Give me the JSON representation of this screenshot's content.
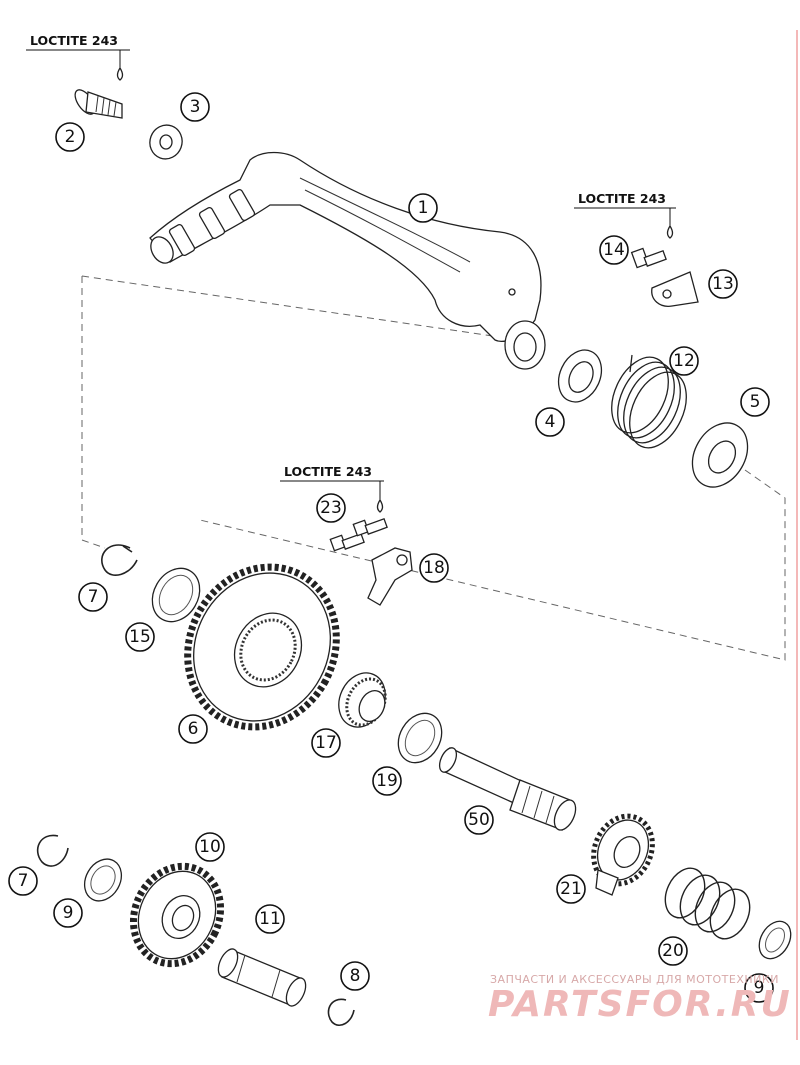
{
  "loctite_label": "LOCTITE 243",
  "callouts": {
    "c1": "1",
    "c2": "2",
    "c3": "3",
    "c4": "4",
    "c5": "5",
    "c6": "6",
    "c7a": "7",
    "c7b": "7",
    "c8": "8",
    "c9a": "9",
    "c9b": "9",
    "c10": "10",
    "c11": "11",
    "c12": "12",
    "c13": "13",
    "c14": "14",
    "c15": "15",
    "c17": "17",
    "c18": "18",
    "c19": "19",
    "c20": "20",
    "c21": "21",
    "c23": "23",
    "c50": "50"
  },
  "watermark": {
    "tagline": "ЗАПЧАСТИ И АКСЕССУАРЫ ДЛЯ МОТОТЕХНИКИ",
    "brand": "PARTSFOR.RU"
  },
  "colors": {
    "line": "#111111",
    "watermark": "#e8a0a0",
    "edge": "#f0a0a0"
  }
}
